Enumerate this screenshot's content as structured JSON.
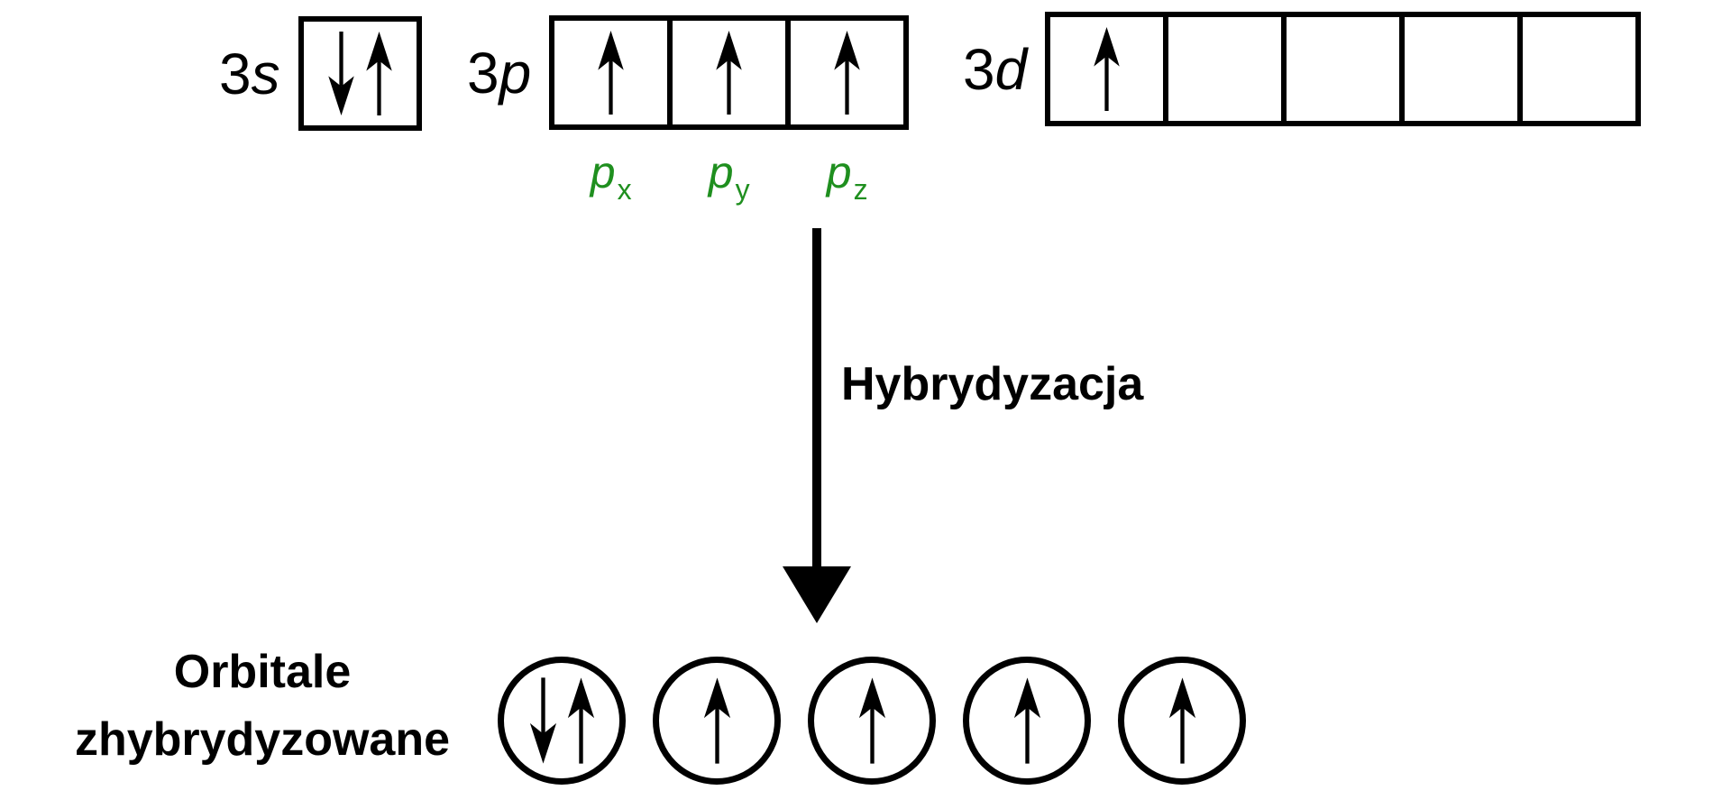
{
  "colors": {
    "ink": "#000000",
    "p_label_green": "#1f8f1f",
    "background": "#ffffff"
  },
  "icons": {
    "electron_up_arrow": "↑",
    "electron_down_arrow": "↓",
    "process_arrow": "↓"
  },
  "orbital_rows": [
    {
      "id": "3s",
      "label_number": "3",
      "label_letter": "s",
      "cells": [
        {
          "electrons": "paired",
          "sublabel": null
        }
      ]
    },
    {
      "id": "3p",
      "label_number": "3",
      "label_letter": "p",
      "cells": [
        {
          "electrons": "up",
          "sublabel": {
            "base": "p",
            "sub": "x"
          }
        },
        {
          "electrons": "up",
          "sublabel": {
            "base": "p",
            "sub": "y"
          }
        },
        {
          "electrons": "up",
          "sublabel": {
            "base": "p",
            "sub": "z"
          }
        }
      ]
    },
    {
      "id": "3d",
      "label_number": "3",
      "label_letter": "d",
      "cells": [
        {
          "electrons": "up",
          "sublabel": null
        },
        {
          "electrons": "empty",
          "sublabel": null
        },
        {
          "electrons": "empty",
          "sublabel": null
        },
        {
          "electrons": "empty",
          "sublabel": null
        },
        {
          "electrons": "empty",
          "sublabel": null
        }
      ]
    }
  ],
  "process": {
    "arrow_label": "Hybrydyzacja",
    "arrow_direction": "down"
  },
  "result": {
    "label_line1": "Orbitale",
    "label_line2": "zhybrydyzowane",
    "orbitals": [
      {
        "electrons": "paired"
      },
      {
        "electrons": "up"
      },
      {
        "electrons": "up"
      },
      {
        "electrons": "up"
      },
      {
        "electrons": "up"
      }
    ]
  }
}
